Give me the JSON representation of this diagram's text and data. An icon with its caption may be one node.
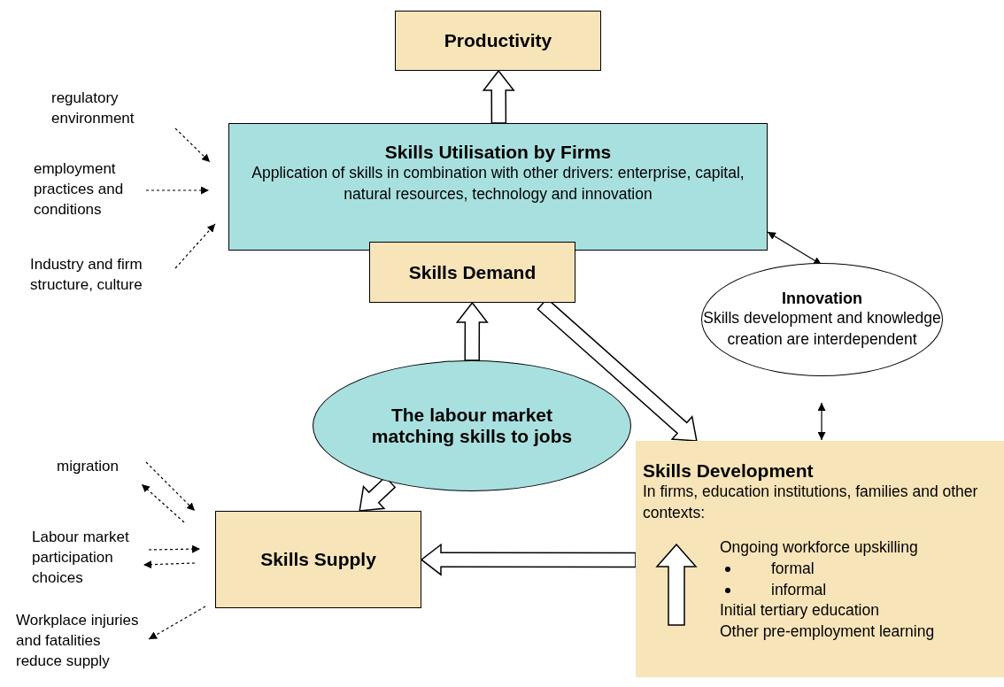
{
  "diagram": {
    "nodes": [
      {
        "text": [
          "Productivity"
        ]
      },
      {
        "text": [
          "Skills Utilisation by Firms",
          "Application of skills in combination with other drivers: enterprise, capital, natural resources, technology and innovation"
        ]
      },
      {
        "text": [
          "Skills Demand"
        ]
      },
      {
        "text": [
          "Innovation",
          "Skills development and knowledge creation are interdependent"
        ]
      },
      {
        "text": [
          "The labour market matching skills to jobs"
        ]
      },
      {
        "text": [
          "Skills Development",
          "In firms, education institutions, families and other contexts:",
          "Ongoing workforce upskilling",
          "formal",
          "informal",
          "Initial tertiary education",
          "Other pre-employment learning"
        ]
      },
      {
        "text": [
          "Skills Supply"
        ]
      },
      {
        "text": [
          "regulatory environment"
        ]
      },
      {
        "text": [
          "employment practices and conditions"
        ]
      },
      {
        "text": [
          "Industry and firm structure, culture"
        ]
      },
      {
        "text": [
          "migration"
        ]
      },
      {
        "text": [
          "Labour market participation choices"
        ]
      },
      {
        "text": [
          "Workplace injuries and fatalities reduce supply"
        ]
      }
    ],
    "edges": [
      {
        "from": 1,
        "to": 0,
        "arrow": "to",
        "style": "thick"
      },
      {
        "from": 4,
        "to": 2,
        "arrow": "to",
        "style": "thick"
      },
      {
        "from": 2,
        "to": 5,
        "arrow": "to",
        "style": "thick"
      },
      {
        "from": 4,
        "to": 6,
        "arrow": "to",
        "style": "thick"
      },
      {
        "from": 5,
        "to": 6,
        "arrow": "to",
        "style": "thick"
      },
      {
        "from": 1,
        "to": 3,
        "arrow": "both"
      },
      {
        "from": 3,
        "to": 5,
        "arrow": "both"
      },
      {
        "from": 7,
        "to": 1,
        "arrow": "to",
        "style": "dashed"
      },
      {
        "from": 8,
        "to": 1,
        "arrow": "to",
        "style": "dashed"
      },
      {
        "from": 9,
        "to": 1,
        "arrow": "to",
        "style": "dashed"
      },
      {
        "from": 10,
        "to": 6,
        "arrow": "to",
        "style": "dashed"
      },
      {
        "from": 6,
        "to": 10,
        "arrow": "to",
        "style": "dashed"
      },
      {
        "from": 11,
        "to": 6,
        "arrow": "to",
        "style": "dashed"
      },
      {
        "from": 6,
        "to": 11,
        "arrow": "to",
        "style": "dashed"
      },
      {
        "from": 6,
        "to": 12,
        "arrow": "to",
        "style": "dashed"
      }
    ]
  }
}
